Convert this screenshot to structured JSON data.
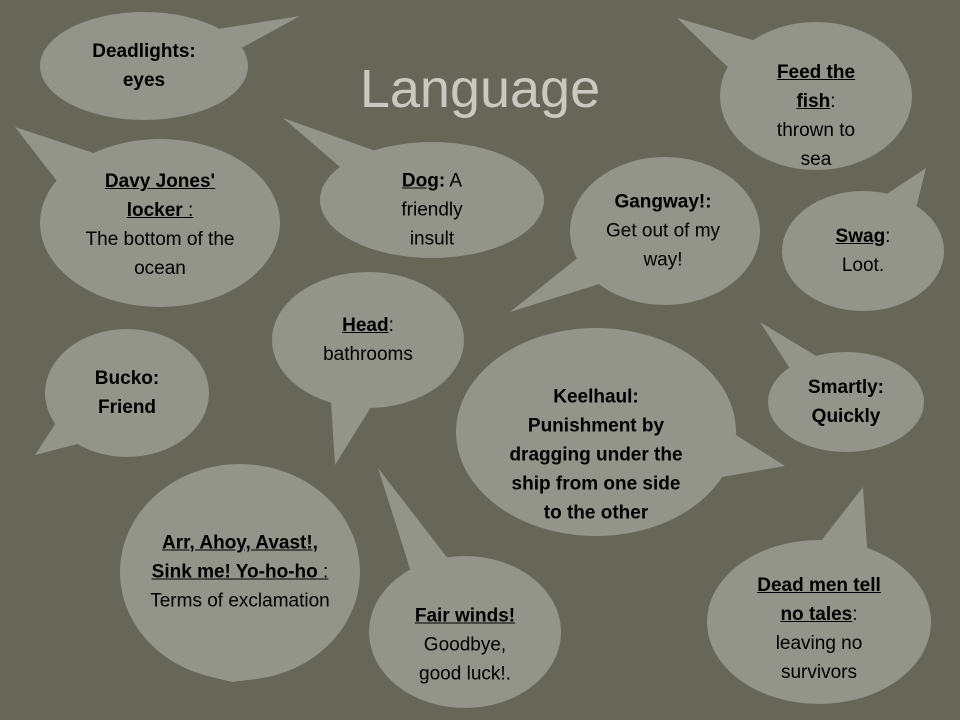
{
  "title": "Language",
  "colors": {
    "background": "#666759",
    "bubble": "#93948a",
    "title": "#c9c9c2"
  },
  "bubbles": {
    "deadlights": {
      "term": "Deadlights:",
      "def": "eyes"
    },
    "davy_jones": {
      "term": "Davy Jones' locker",
      "sep": " :",
      "def": "The bottom of the ocean"
    },
    "dog": {
      "term": "Dog",
      "sep": ":",
      "def": " A friendly insult"
    },
    "head": {
      "term": "Head",
      "sep": ":",
      "def": "bathrooms"
    },
    "bucko": {
      "term": "Bucko:",
      "def": "Friend"
    },
    "arr": {
      "term": "Arr, Ahoy, Avast!, Sink me! Yo-ho-ho",
      "sep": " :",
      "def": "Terms of exclamation"
    },
    "fair_winds": {
      "term": "Fair winds!",
      "def": "Goodbye, good luck!."
    },
    "keelhaul": {
      "term": "Keelhaul:",
      "def": "Punishment by dragging under the ship from one side to the other"
    },
    "gangway": {
      "term": "Gangway!:",
      "def": "Get out of my way!"
    },
    "feed_fish": {
      "term": "Feed the fish",
      "sep": ":",
      "def": "thrown to sea"
    },
    "swag": {
      "term": "Swag",
      "sep": ":",
      "def": "Loot."
    },
    "smartly": {
      "term": "Smartly:",
      "def": "Quickly"
    },
    "dead_men": {
      "term": "Dead men tell no tales",
      "sep": ":",
      "def": "leaving no survivors"
    }
  }
}
